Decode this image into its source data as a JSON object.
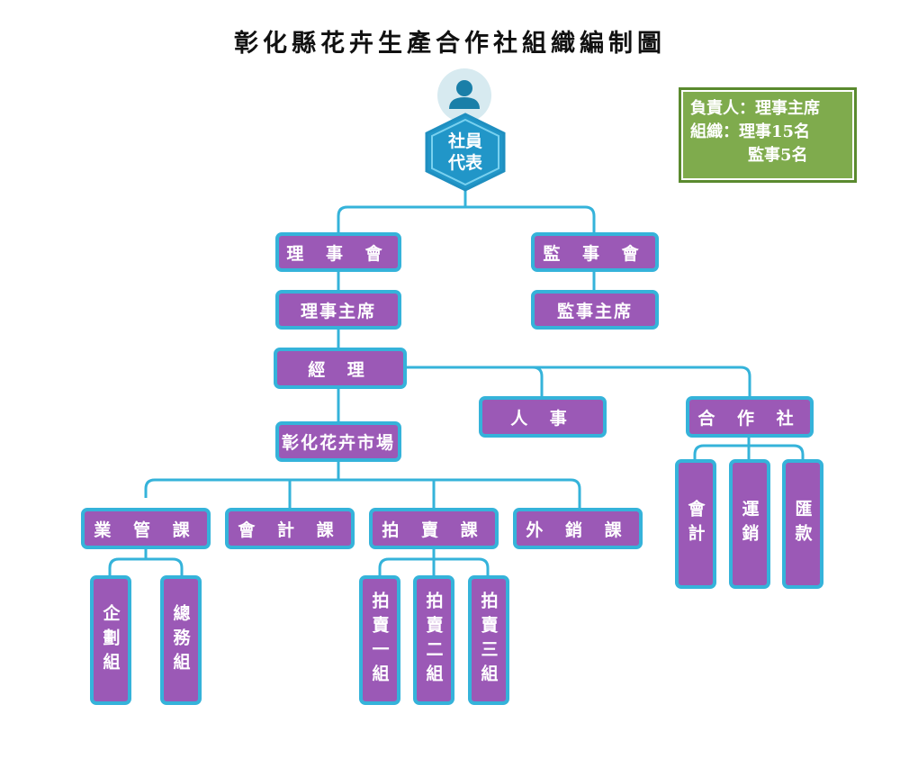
{
  "title": "彰化縣花卉生產合作社組織編制圖",
  "legend": {
    "line1": "負責人：理事主席",
    "line2": "組織：理事15名",
    "line3": "監事5名"
  },
  "nodes": {
    "member_rep": "社員\n代表",
    "board": "理 事 會",
    "supervisors": "監 事 會",
    "board_chair": "理事主席",
    "supervisor_chair": "監事主席",
    "manager": "經 理",
    "personnel": "人 事",
    "cooperative": "合 作 社",
    "market": "彰化花卉市場",
    "coop_accounting": "會計",
    "coop_transport": "運銷",
    "coop_remit": "匯款",
    "business_mgmt": "業 管 課",
    "accounting_section": "會 計 課",
    "auction_section": "拍 賣 課",
    "external_sales": "外 銷 課",
    "planning_group": "企劃組",
    "general_affairs_group": "總務組",
    "auction_group_1": "拍賣一組",
    "auction_group_2": "拍賣二組",
    "auction_group_3": "拍賣三組"
  },
  "colors": {
    "box_fill": "#9b59b6",
    "box_border": "#35b3da",
    "hexagon_fill": "#2196c8",
    "connector": "#35b3da",
    "legend_fill": "#7fab4d"
  },
  "icons": {
    "person": "person-icon"
  }
}
